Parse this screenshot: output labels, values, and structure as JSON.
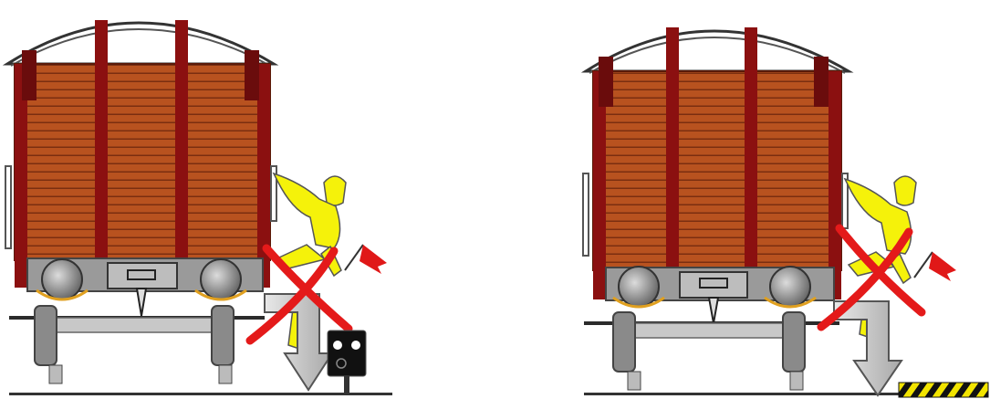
{
  "illustration": {
    "panels": [
      {
        "name": "left-scene",
        "prohibition": "red-x-mark",
        "signal": "black-shunting-signal",
        "worker": "yellow-worker-with-red-flag"
      },
      {
        "name": "right-scene",
        "prohibition": "red-x-mark",
        "signal": "yellow-black-hazard-stripe",
        "worker": "yellow-worker-with-red-flag"
      }
    ],
    "colors": {
      "wagon_body": "#b8521f",
      "wagon_planks": "#7a2e10",
      "wagon_frame": "#8b1010",
      "roof": "#ffffff",
      "worker": "#f5f20a",
      "flag": "#e01818",
      "x_mark": "#e41a1a",
      "arrow": "#cfcfcf",
      "hazard_yellow": "#f2e400",
      "hazard_black": "#111111"
    }
  }
}
